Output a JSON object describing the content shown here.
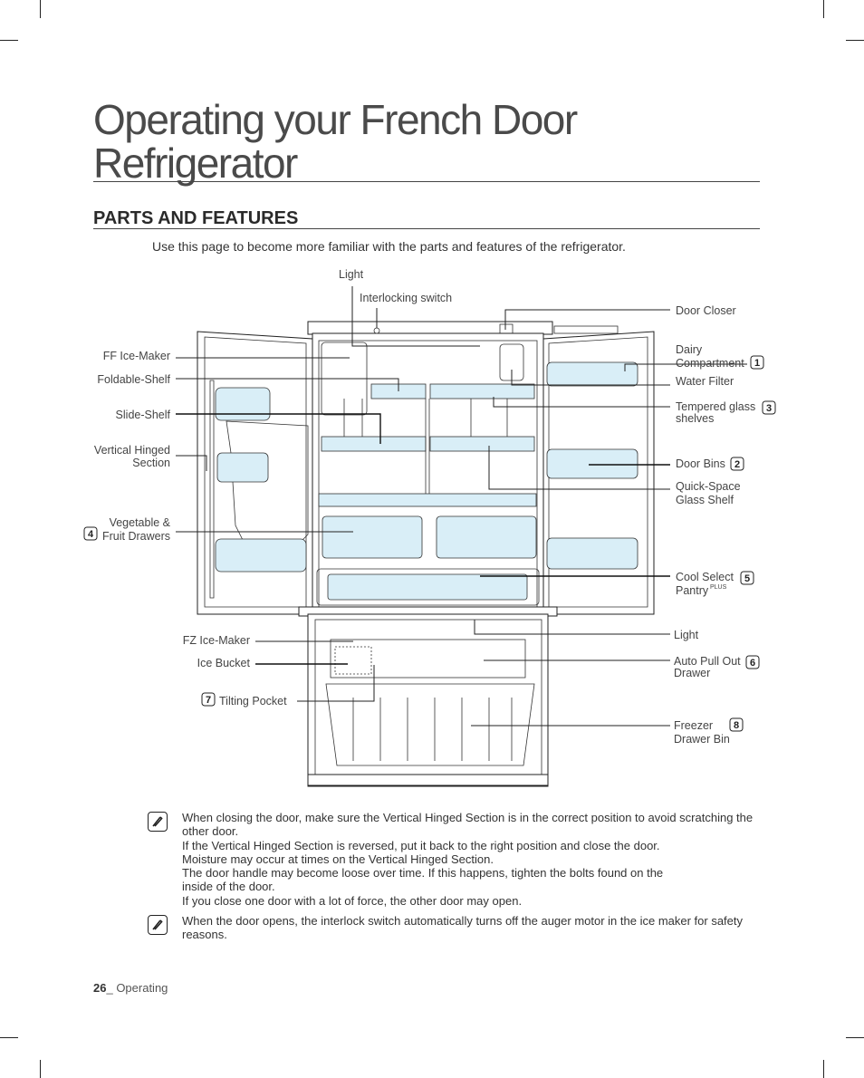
{
  "page": {
    "title": "Operating your French Door Refrigerator",
    "section_heading": "PARTS AND FEATURES",
    "intro": "Use this page to become more familiar with the parts and features of the refrigerator."
  },
  "labels": {
    "light_top": "Light",
    "interlocking_switch": "Interlocking switch",
    "door_closer": "Door Closer",
    "ff_ice_maker": "FF Ice-Maker",
    "foldable_shelf": "Foldable-Shelf",
    "slide_shelf": "Slide-Shelf",
    "vertical_hinged_1": "Vertical Hinged",
    "vertical_hinged_2": "Section",
    "veg_1": "Vegetable &",
    "veg_2": "Fruit Drawers",
    "veg_badge": "4",
    "dairy_1": "Dairy",
    "dairy_2": "Compartment",
    "dairy_badge": "1",
    "water_filter": "Water Filter",
    "tempered_1": "Tempered glass",
    "tempered_2": "shelves",
    "tempered_badge": "3",
    "door_bins": "Door Bins",
    "door_bins_badge": "2",
    "quick_space_1": "Quick-Space",
    "quick_space_2": "Glass Shelf",
    "cool_select_1": "Cool Select",
    "cool_select_2": "Pantry",
    "cool_select_sup": "PLUS",
    "cool_select_badge": "5",
    "light_mid": "Light",
    "fz_ice_maker": "FZ Ice-Maker",
    "ice_bucket": "Ice Bucket",
    "tilting_pocket": "Tilting Pocket",
    "tilting_badge": "7",
    "auto_pull_1": "Auto Pull Out",
    "auto_pull_2": "Drawer",
    "auto_pull_badge": "6",
    "freezer_1": "Freezer",
    "freezer_2": "Drawer Bin",
    "freezer_badge": "8"
  },
  "notes": [
    {
      "icon": "note-pencil-icon",
      "lines": [
        "When closing the door, make sure the Vertical Hinged Section is in the correct position to avoid scratching the other door.",
        "If the Vertical Hinged Section is reversed, put it back to the right position and close the door.",
        "Moisture may occur at times on the Vertical Hinged Section.",
        "The door handle may become loose over time. If this happens, tighten the bolts found on the inside of the door.",
        "If you close one door with a lot of force, the other door may open."
      ]
    },
    {
      "icon": "note-pencil-icon",
      "lines": [
        "When the door opens, the interlock switch automatically turns off the auger motor in the ice maker for safety reasons."
      ]
    }
  ],
  "footer": {
    "page_number": "26",
    "section": "Operating"
  }
}
